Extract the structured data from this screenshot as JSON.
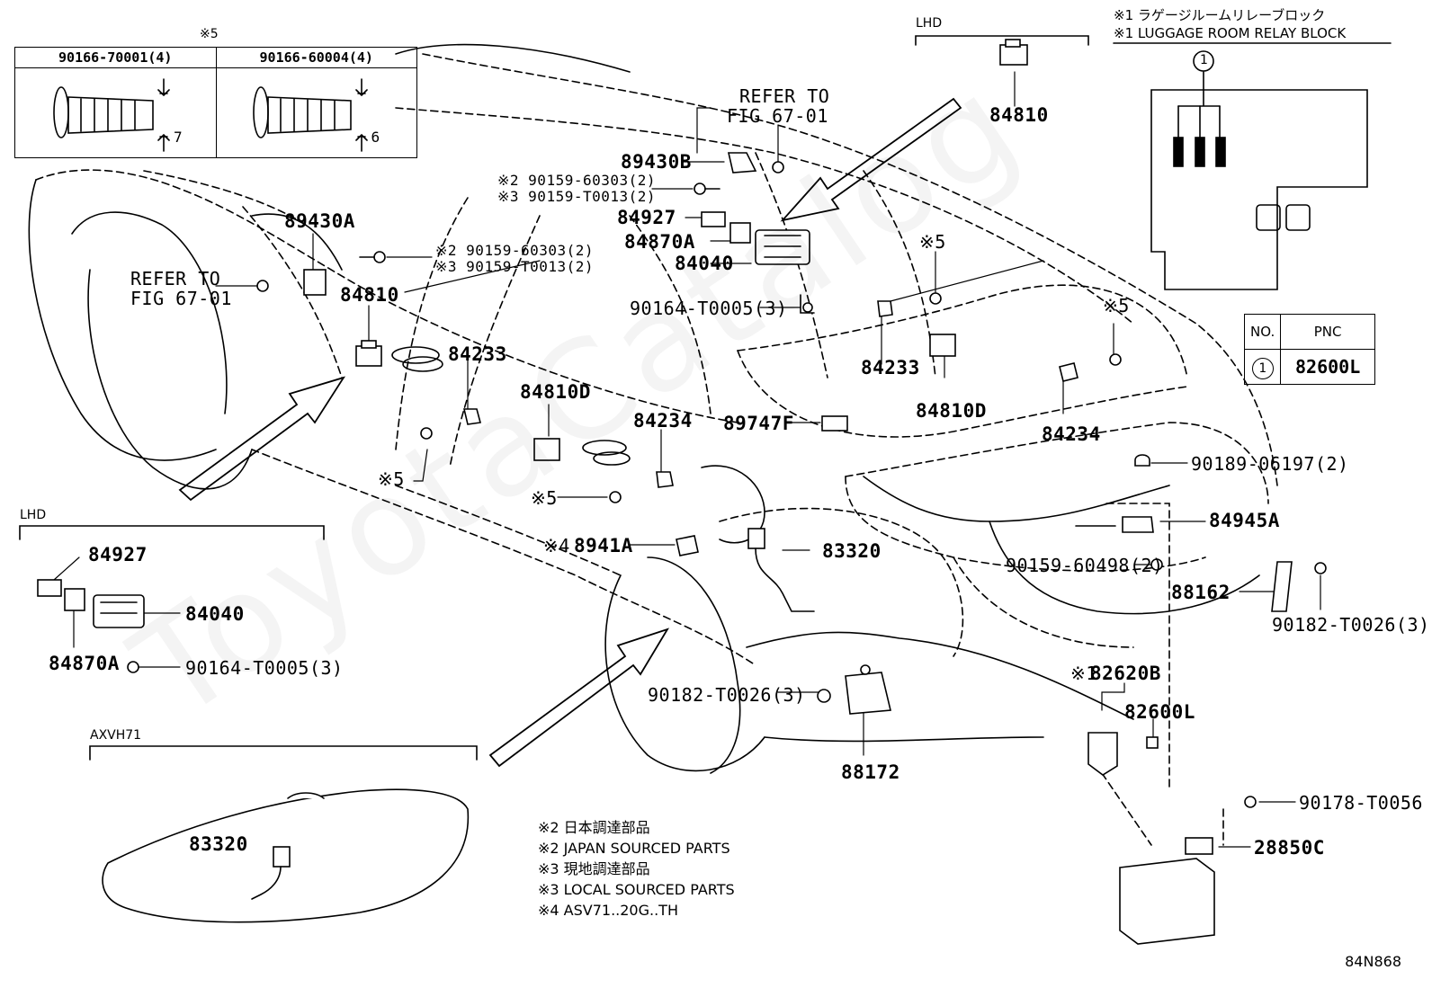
{
  "watermark": "ToyotaCatalog",
  "fastener_table": {
    "note_mark": "※5",
    "cols": [
      "90166-70001(4)",
      "90166-60004(4)"
    ],
    "dims": [
      "7",
      "6"
    ]
  },
  "relay_block": {
    "title_jp": "※1 ラゲージルームリレーブロック",
    "title_en": "※1 LUGGAGE ROOM RELAY BLOCK",
    "marker": "1"
  },
  "pnc_table": {
    "header_no": "NO.",
    "header_pnc": "PNC",
    "row_no": "1",
    "row_pnc": "82600L"
  },
  "sections": {
    "lhd_top": "LHD",
    "lhd_left": "LHD",
    "axvh71": "AXVH71"
  },
  "labels": {
    "refer_top": "REFER TO",
    "refer_top2": "FIG 67-01",
    "refer_left": "REFER TO",
    "refer_left2": "FIG 67-01",
    "p84810_top": "84810",
    "p89430B": "89430B",
    "f_top_1": "※2 90159-60303(2)",
    "f_top_2": "※3 90159-T0013(2)",
    "p84927_top": "84927",
    "p84870A_top": "84870A",
    "p84040_top": "84040",
    "f_90164_top": "90164-T0005(3)",
    "p89430A": "89430A",
    "f_mid_1": "※2 90159-60303(2)",
    "f_mid_2": "※3 90159-T0013(2)",
    "p84810_mid": "84810",
    "p84233_left": "84233",
    "p84810D_left": "84810D",
    "p84234_left": "84234",
    "p84233_right": "84233",
    "p84810D_right": "84810D",
    "p84234_right": "84234",
    "p89747F": "89747F",
    "mark5_a": "※5",
    "mark5_b": "※5",
    "mark5_c": "※5",
    "mark5_d": "※5",
    "p8941A_mark": "※4",
    "p8941A": "8941A",
    "p83320_main": "83320",
    "f_90189": "90189-06197(2)",
    "p84945A": "84945A",
    "f_90159_60498": "90159-60498(2)",
    "p88162": "88162",
    "f_90182_right": "90182-T0026(3)",
    "p82620B_mark": "※1",
    "p82620B": "82620B",
    "p82600L": "82600L",
    "f_90182_mid": "90182-T0026(3)",
    "p88172": "88172",
    "f_90178": "90178-T0056",
    "p28850C": "28850C",
    "p84927_left": "84927",
    "p84040_left": "84040",
    "p84870A_left": "84870A",
    "f_90164_left": "90164-T0005(3)",
    "p83320_tank": "83320"
  },
  "notes": [
    "※2 日本調達部品",
    "※2 JAPAN SOURCED PARTS",
    "※3 現地調達部品",
    "※3 LOCAL SOURCED PARTS",
    "※4 ASV71..20G..TH"
  ],
  "figure_code": "84N868"
}
